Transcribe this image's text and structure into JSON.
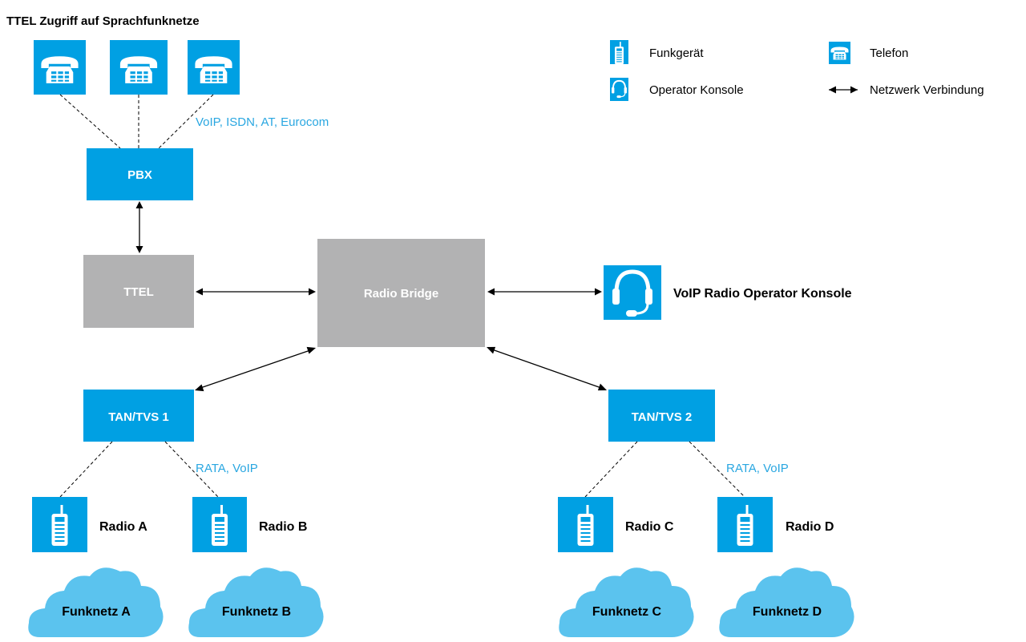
{
  "title": "TTEL Zugriff auf Sprachfunknetze",
  "colors": {
    "blue": "#00a0e3",
    "gray": "#b2b2b3",
    "cloud": "#5bc3ee",
    "protocol_text": "#2aa7e1"
  },
  "legend": {
    "radio": "Funkgerät",
    "phone": "Telefon",
    "console": "Operator Konsole",
    "link": "Netzwerk Verbindung"
  },
  "nodes": {
    "pbx": "PBX",
    "ttel": "TTEL",
    "bridge": "Radio Bridge",
    "console": "VoIP Radio Operator Konsole",
    "tan1": "TAN/TVS 1",
    "tan2": "TAN/TVS 2"
  },
  "protocols": {
    "phone": "VoIP, ISDN, AT, Eurocom",
    "radio1": "RATA, VoIP",
    "radio2": "RATA, VoIP"
  },
  "radios": [
    "Radio A",
    "Radio B",
    "Radio C",
    "Radio D"
  ],
  "networks": [
    "Funknetz A",
    "Funknetz B",
    "Funknetz C",
    "Funknetz D"
  ]
}
